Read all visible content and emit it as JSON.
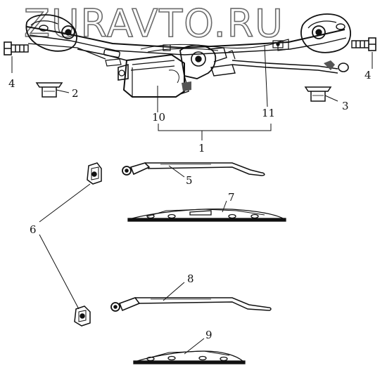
{
  "watermark": "ZURAVTO.RU",
  "callouts": {
    "c1": "1",
    "c2": "2",
    "c3": "3",
    "c4_left": "4",
    "c4_right": "4",
    "c5": "5",
    "c6": "6",
    "c7": "7",
    "c8": "8",
    "c9": "9",
    "c10": "10",
    "c11": "11"
  },
  "colors": {
    "line": "#111111",
    "shade": "#555555",
    "watermark": "#6a6a6a"
  }
}
